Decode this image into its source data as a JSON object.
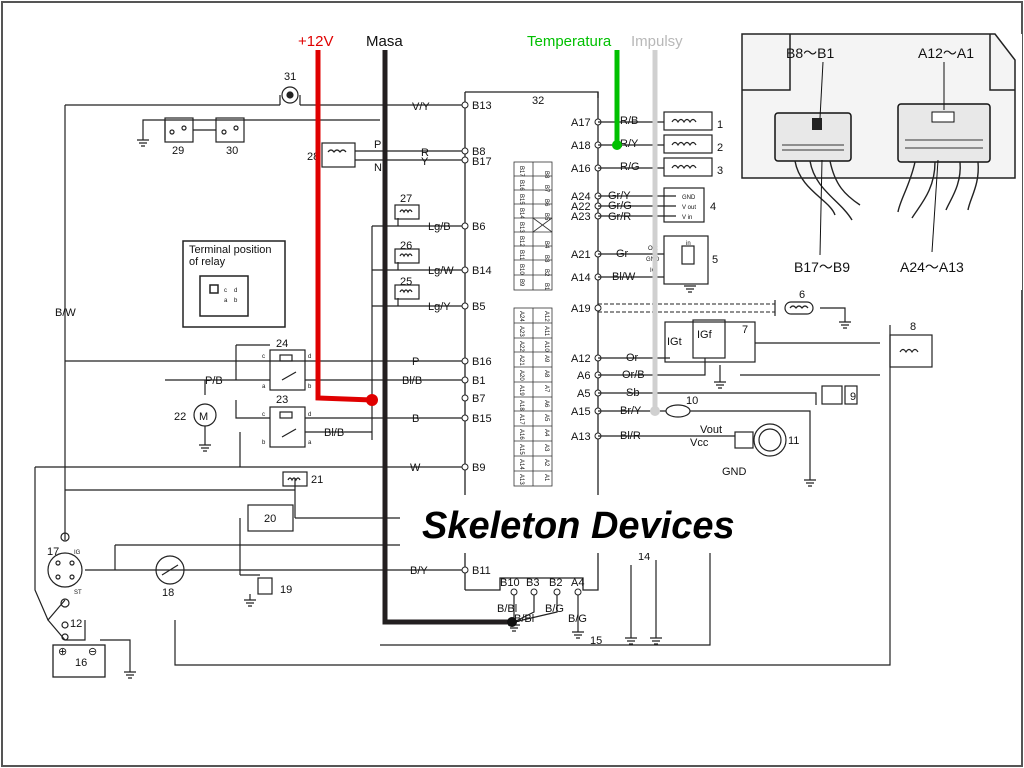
{
  "overlay_labels": {
    "plus12v": "+12V",
    "masa": "Masa",
    "temperatura": "Temperatura",
    "impulsy": "Impulsy"
  },
  "watermark": "Skeleton Devices",
  "ecu": {
    "number": "32",
    "left_pins": [
      "B13",
      "B8",
      "B17",
      "B6",
      "B14",
      "B5",
      "B16",
      "B1",
      "B7",
      "B15",
      "B9",
      "B11"
    ],
    "right_pins": [
      "A17",
      "A18",
      "A16",
      "A24",
      "A22",
      "A23",
      "A21",
      "A14",
      "A19",
      "A12",
      "A6",
      "A5",
      "A15",
      "A13"
    ],
    "bottom_pins": [
      "B10",
      "B3",
      "B2",
      "A4"
    ],
    "connector_b": [
      "B8",
      "B7",
      "B6",
      "B5",
      "B4",
      "B3",
      "B2",
      "B1",
      "B17",
      "B16",
      "B15",
      "B14",
      "B13",
      "B12",
      "B11",
      "B10",
      "B9"
    ],
    "connector_a": [
      "A12",
      "A11",
      "A10",
      "A9",
      "A8",
      "A7",
      "A6",
      "A5",
      "A4",
      "A3",
      "A2",
      "A1",
      "A24",
      "A23",
      "A22",
      "A21",
      "A20",
      "A19",
      "A18",
      "A17",
      "A16",
      "A15",
      "A14",
      "A13"
    ]
  },
  "wire_colors_left": {
    "vy": "V/Y",
    "r": "R",
    "y": "Y",
    "lgb": "Lg/B",
    "lgw": "Lg/W",
    "lgy": "Lg/Y",
    "p": "P",
    "blb": "Bl/B",
    "b": "B",
    "w": "W",
    "by": "B/Y",
    "bw": "B/W",
    "pb": "P/B"
  },
  "wire_colors_right": {
    "rb": "R/B",
    "ry": "R/Y",
    "rg": "R/G",
    "gry": "Gr/Y",
    "grg": "Gr/G",
    "grr": "Gr/R",
    "gr": "Gr",
    "blw": "Bl/W",
    "or": "Or",
    "orb": "Or/B",
    "sb": "Sb",
    "bry": "Br/Y",
    "blr": "Bl/R"
  },
  "ground_labels": {
    "bbl": "B/Bl",
    "bg": "B/G"
  },
  "sensor_labels": {
    "gnd": "GND",
    "vout": "V out",
    "vin": "V in",
    "vout11": "Vout",
    "vcc": "Vcc",
    "gnd11": "GND"
  },
  "igniter": {
    "igt": "IGt",
    "igf": "IGf"
  },
  "switch17": {
    "ig": "IG",
    "st": "ST"
  },
  "relay_terminals": {
    "c": "c",
    "d": "d",
    "a": "a",
    "b": "b"
  },
  "pickup_terminals": {
    "p": "P",
    "n": "N"
  },
  "relay_box": {
    "title_line1": "Terminal position",
    "title_line2": "of relay",
    "c": "c",
    "a": "a",
    "d": "d",
    "b": "b"
  },
  "mod5": {
    "in": "in",
    "out": "Out",
    "gnd": "GND",
    "ig": "IG"
  },
  "battery": {
    "pos": "⊕",
    "neg": "⊖"
  },
  "component_numbers": [
    "1",
    "2",
    "3",
    "4",
    "5",
    "6",
    "7",
    "8",
    "9",
    "10",
    "11",
    "12",
    "14",
    "15",
    "16",
    "17",
    "18",
    "19",
    "20",
    "21",
    "22",
    "23",
    "24",
    "25",
    "26",
    "27",
    "28",
    "29",
    "30",
    "31"
  ],
  "photo_inset": {
    "top_left": "B8～B1",
    "top_right": "A12～A1",
    "bottom_left": "B17～B9",
    "bottom_right": "A24～A13"
  },
  "colors": {
    "red": "#e00000",
    "green": "#00c000",
    "grey": "#d0d0d0",
    "black": "#231f20"
  }
}
